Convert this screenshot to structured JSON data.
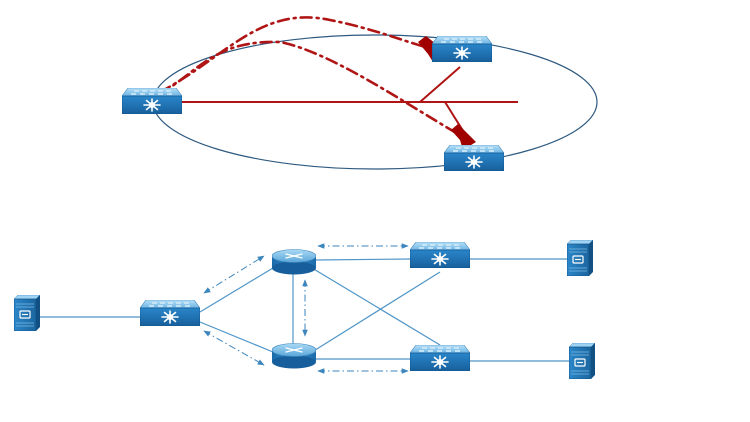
{
  "colors": {
    "background": "#ffffff",
    "ring": "#2f5a80",
    "multicast_red": "#b01515",
    "arrow_red": "#a00000",
    "link_blue": "#4f95c8",
    "flow_blue": "#3d86bd",
    "device_top": "#8fc9ee",
    "device_front": "#1e6fb0",
    "device_dark": "#0f4f86"
  },
  "icons": {
    "switch": "layer3-switch-icon",
    "router": "router-icon",
    "server": "server-icon"
  },
  "top_diagram": {
    "devices": [
      {
        "id": "source-switch",
        "type": "switch"
      },
      {
        "id": "receiver-switch-top",
        "type": "switch"
      },
      {
        "id": "receiver-switch-bottom",
        "type": "switch"
      }
    ],
    "links": [
      {
        "from": "source-switch",
        "to": "ring-junction",
        "style": "solid"
      },
      {
        "from": "ring-junction",
        "to": "receiver-switch-top",
        "style": "solid"
      },
      {
        "from": "ring-junction",
        "to": "receiver-switch-bottom",
        "style": "solid"
      }
    ],
    "flows": [
      {
        "from": "source-switch",
        "to": "receiver-switch-top",
        "style": "dash-dot"
      },
      {
        "from": "source-switch",
        "to": "receiver-switch-bottom",
        "style": "dash-dot"
      }
    ]
  },
  "bottom_diagram": {
    "devices": [
      {
        "id": "server-left",
        "type": "server"
      },
      {
        "id": "access-switch",
        "type": "switch"
      },
      {
        "id": "router-top",
        "type": "router"
      },
      {
        "id": "router-bottom",
        "type": "router"
      },
      {
        "id": "switch-right-top",
        "type": "switch"
      },
      {
        "id": "switch-right-bottom",
        "type": "switch"
      },
      {
        "id": "server-right-top",
        "type": "server"
      },
      {
        "id": "server-right-bottom",
        "type": "server"
      }
    ],
    "links": [
      {
        "from": "server-left",
        "to": "access-switch"
      },
      {
        "from": "access-switch",
        "to": "router-top"
      },
      {
        "from": "access-switch",
        "to": "router-bottom"
      },
      {
        "from": "router-top",
        "to": "router-bottom"
      },
      {
        "from": "router-top",
        "to": "switch-right-top"
      },
      {
        "from": "router-bottom",
        "to": "switch-right-bottom"
      },
      {
        "from": "router-top",
        "to": "switch-right-bottom"
      },
      {
        "from": "router-bottom",
        "to": "switch-right-top"
      },
      {
        "from": "switch-right-top",
        "to": "server-right-top"
      },
      {
        "from": "switch-right-bottom",
        "to": "server-right-bottom"
      }
    ],
    "flows": [
      {
        "between": [
          "access-switch",
          "router-top"
        ],
        "style": "dash-dot",
        "heads": "both"
      },
      {
        "between": [
          "access-switch",
          "router-bottom"
        ],
        "style": "dash-dot",
        "heads": "both"
      },
      {
        "between": [
          "router-top",
          "router-bottom"
        ],
        "style": "dash-dot",
        "heads": "both"
      },
      {
        "between": [
          "router-top",
          "switch-right-top"
        ],
        "style": "dash-dot",
        "heads": "both"
      },
      {
        "between": [
          "router-bottom",
          "switch-right-bottom"
        ],
        "style": "dash-dot",
        "heads": "both"
      }
    ]
  }
}
